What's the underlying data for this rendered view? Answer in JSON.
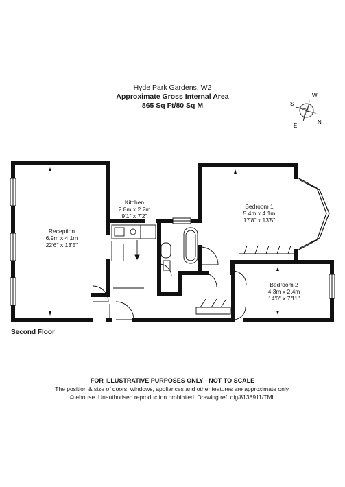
{
  "header": {
    "title": "Hyde Park Gardens, W2",
    "subtitle": "Approximate Gross Internal Area",
    "area": "865 Sq Ft/80 Sq M"
  },
  "compass": {
    "north": "N",
    "south": "S",
    "east": "E",
    "west": "W"
  },
  "rooms": [
    {
      "name": "Reception",
      "metric": "6.9m x 4.1m",
      "imperial": "22'6\" x 13'5\""
    },
    {
      "name": "Kitchen",
      "metric": "2.8m x 2.2m",
      "imperial": "9'1\" x 7'2\""
    },
    {
      "name": "Bedroom 1",
      "metric": "5.4m x 4.1m",
      "imperial": "17'8\" x 13'5\""
    },
    {
      "name": "Bedroom 2",
      "metric": "4.3m x 2.4m",
      "imperial": "14'0\" x 7'11\""
    }
  ],
  "floor": "Second Floor",
  "footer": {
    "line1": "FOR ILLUSTRATIVE PURPOSES ONLY - NOT TO SCALE",
    "line2": "The position & size of doors, windows, appliances and other features are approximate only.",
    "line3": "© ehouse. Unauthorised reproduction prohibited. Drawing ref. dig/8138911/TML"
  }
}
